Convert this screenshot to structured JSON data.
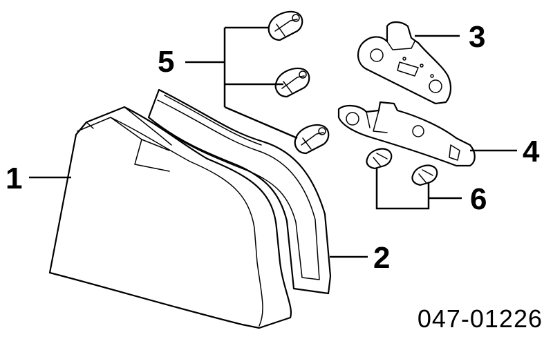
{
  "callouts": {
    "c1": "1",
    "c2": "2",
    "c3": "3",
    "c4": "4",
    "c5": "5",
    "c6": "6"
  },
  "part_number": "047-01226",
  "colors": {
    "line": "#000000",
    "lens_fill": "#ffffff",
    "background": "#ffffff"
  }
}
